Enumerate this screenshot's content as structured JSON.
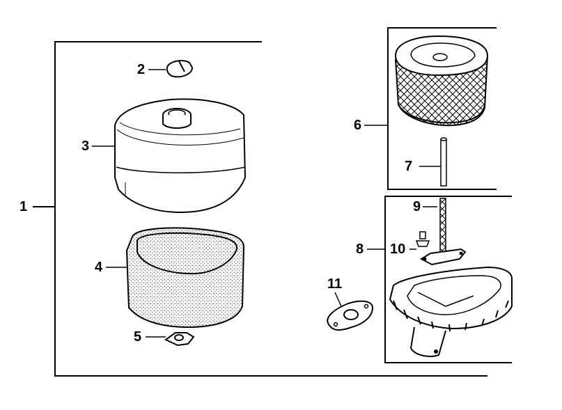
{
  "callouts": {
    "c1": "1",
    "c2": "2",
    "c3": "3",
    "c4": "4",
    "c5": "5",
    "c6": "6",
    "c7": "7",
    "c8": "8",
    "c9": "9",
    "c10": "10",
    "c11": "11"
  },
  "colors": {
    "ink": "#000000",
    "paper": "#ffffff",
    "foam": "#d9d9d9"
  }
}
